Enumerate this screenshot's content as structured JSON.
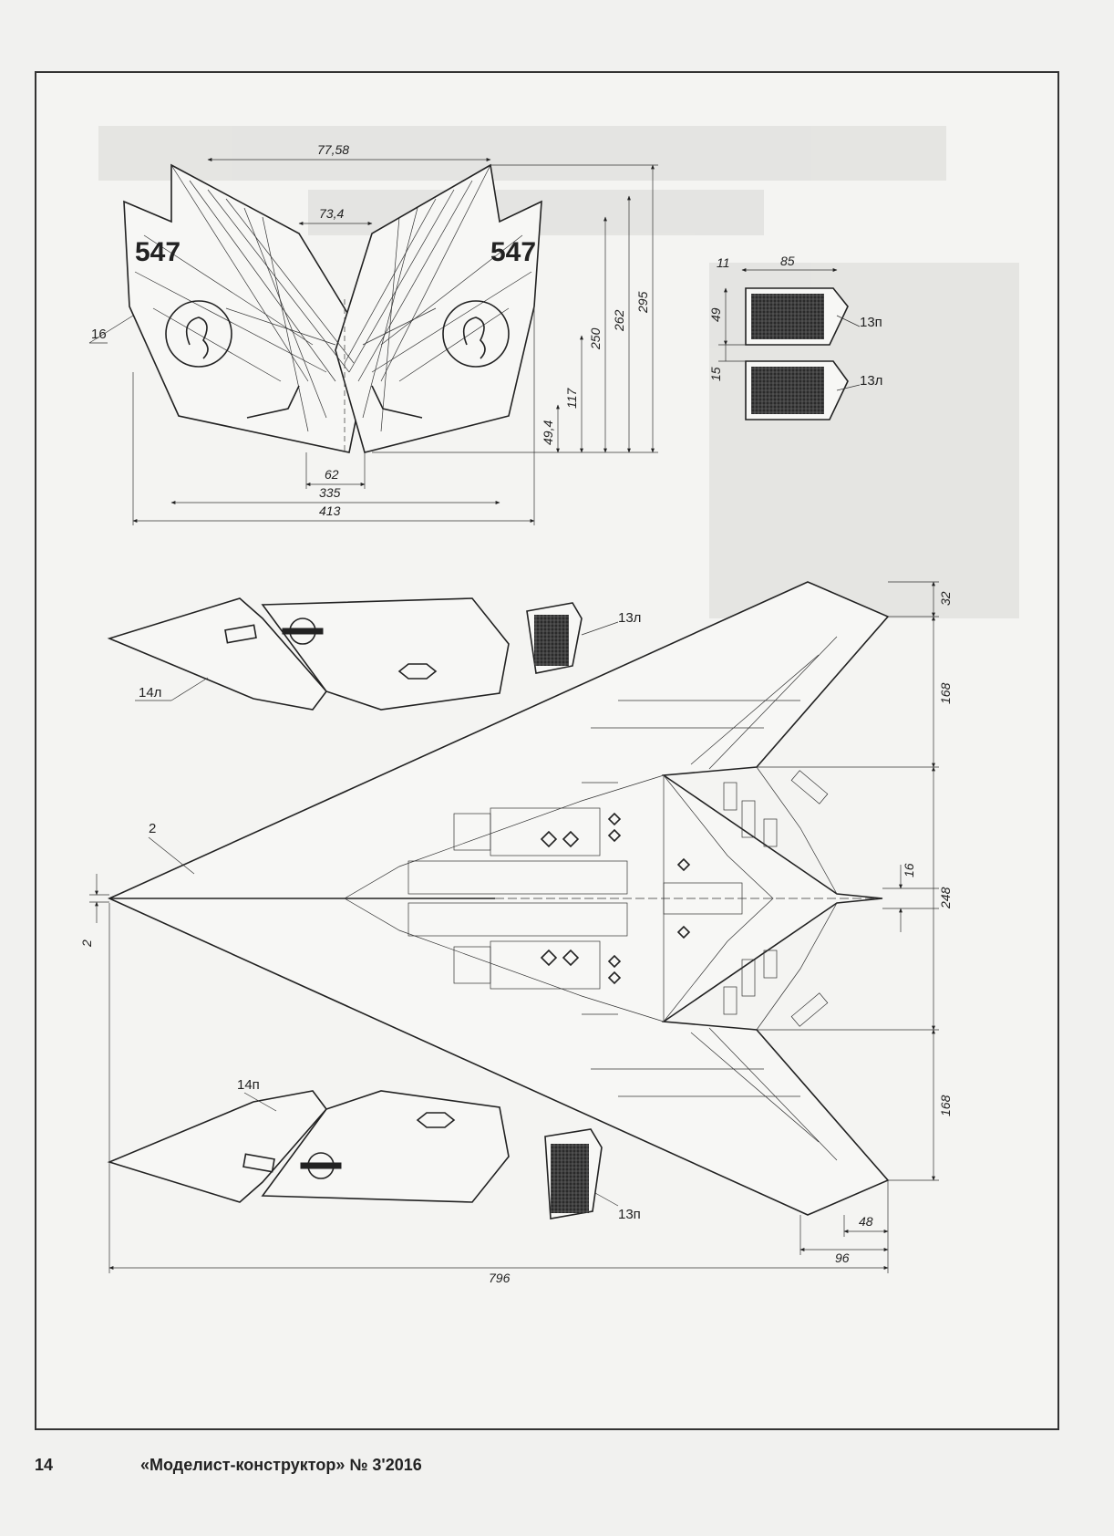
{
  "page": {
    "number": "14",
    "journal": "«Моделист-конструктор» № 3'2016"
  },
  "top_view": {
    "tail_number_left": "547",
    "tail_number_right": "547",
    "part_label": "16",
    "dims": {
      "top_width": "77,58",
      "inner_width": "73,4",
      "bottom_inner": "62",
      "width_335": "335",
      "width_413": "413",
      "h_295": "295",
      "h_262": "262",
      "h_250": "250",
      "h_117": "117",
      "h_49_4": "49,4"
    }
  },
  "intake_parts": {
    "label_1": "13п",
    "label_2": "13л",
    "dims": {
      "d11": "11",
      "d85": "85",
      "d49": "49",
      "d15": "15"
    }
  },
  "plan_view": {
    "part_2": "2",
    "part_14l": "14л",
    "part_13l": "13л",
    "part_14p": "14п",
    "part_13p": "13п",
    "dims": {
      "d32": "32",
      "d168_top": "168",
      "d16": "16",
      "d248": "248",
      "d168_bottom": "168",
      "d2": "2",
      "d48": "48",
      "d96": "96",
      "d796": "796"
    }
  },
  "colors": {
    "ink": "#222222",
    "paper": "#f4f4f2"
  }
}
